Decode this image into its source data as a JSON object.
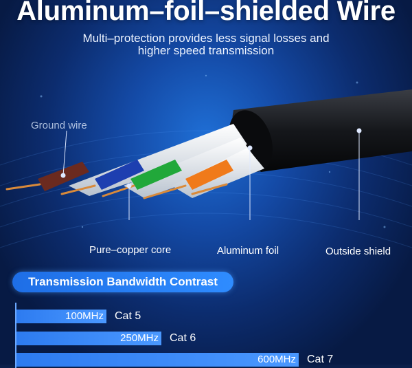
{
  "header": {
    "title": "Aluminum–foil–shielded Wire",
    "subtitle_line1": "Multi–protection provides less signal losses and",
    "subtitle_line2": "higher speed transmission"
  },
  "callouts": {
    "ground_wire": "Ground wire",
    "pure_copper_core": "Pure–copper core",
    "aluminum_foil": "Aluminum foil",
    "outside_shield": "Outside shield"
  },
  "bandwidth": {
    "title": "Transmission Bandwidth Contrast",
    "max_mhz": 600,
    "bars": [
      {
        "value_label": "100MHz",
        "category": "Cat 5",
        "mhz": 100
      },
      {
        "value_label": "250MHz",
        "category": "Cat 6",
        "mhz": 250
      },
      {
        "value_label": "600MHz",
        "category": "Cat 7",
        "mhz": 600
      }
    ]
  },
  "colors": {
    "wire_brown": "#6b2a1f",
    "wire_blue": "#1d3fb0",
    "wire_green": "#21a83a",
    "wire_orange": "#f07a1a",
    "bar_blue": "#2d7bf0"
  }
}
